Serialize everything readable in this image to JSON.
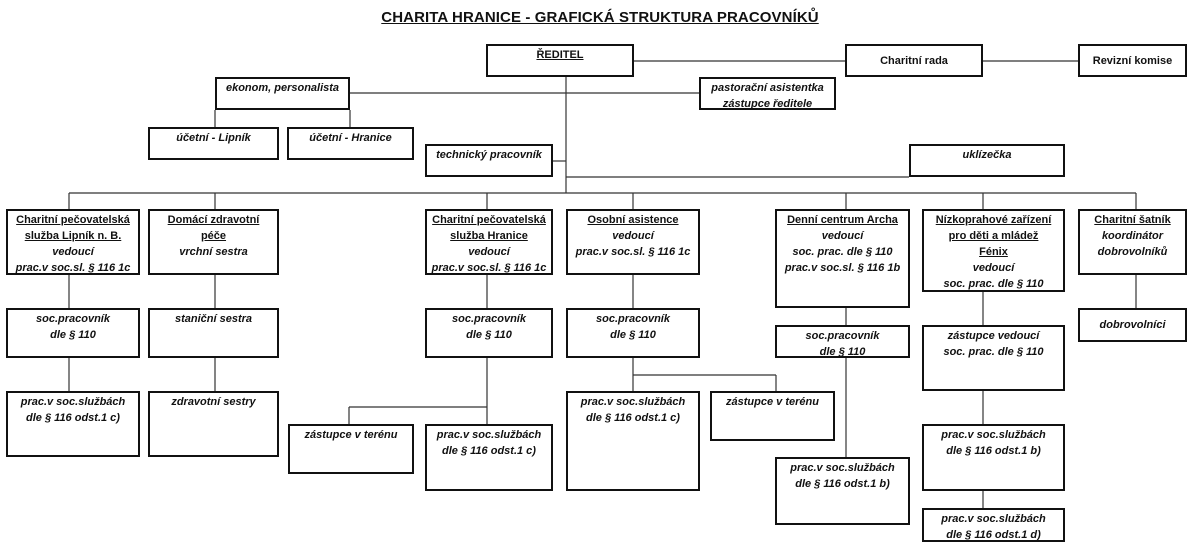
{
  "title": "CHARITA HRANICE - GRAFICKÁ STRUKTURA PRACOVNÍKŮ",
  "nodes": {
    "reditel": [
      {
        "t": "ŘEDITEL",
        "s": "h"
      }
    ],
    "rada": [
      {
        "t": "Charitní rada",
        "s": "p"
      }
    ],
    "revize": [
      {
        "t": "Revizní komise",
        "s": "p"
      }
    ],
    "ekonom": [
      {
        "t": "ekonom, personalista",
        "s": "i"
      }
    ],
    "pastor": [
      {
        "t": "pastorační asistentka",
        "s": "i"
      },
      {
        "t": "zástupce ředitele",
        "s": "i"
      }
    ],
    "ucetni_l": [
      {
        "t": "účetní - Lipník",
        "s": "i"
      }
    ],
    "ucetni_h": [
      {
        "t": "účetní - Hranice",
        "s": "i"
      }
    ],
    "tech": [
      {
        "t": "technický pracovník",
        "s": "i"
      }
    ],
    "ukl": [
      {
        "t": "uklízečka",
        "s": "i"
      }
    ],
    "lipnik": [
      {
        "t": "Charitní pečovatelská",
        "s": "h"
      },
      {
        "t": "služba Lipník n. B.",
        "s": "h"
      },
      {
        "t": "vedoucí",
        "s": "i"
      },
      {
        "t": "prac.v soc.sl. § 116 1c",
        "s": "i"
      }
    ],
    "domaci": [
      {
        "t": "Domácí zdravotní",
        "s": "h"
      },
      {
        "t": "péče",
        "s": "h"
      },
      {
        "t": "vrchní sestra",
        "s": "i"
      }
    ],
    "chps": [
      {
        "t": "Charitní pečovatelská",
        "s": "h"
      },
      {
        "t": "služba Hranice",
        "s": "h"
      },
      {
        "t": "vedoucí",
        "s": "i"
      },
      {
        "t": "prac.v soc.sl. § 116 1c",
        "s": "i"
      }
    ],
    "osobni": [
      {
        "t": "Osobní asistence",
        "s": "h"
      },
      {
        "t": "vedoucí",
        "s": "i"
      },
      {
        "t": "prac.v soc.sl. § 116 1c",
        "s": "i"
      }
    ],
    "denni": [
      {
        "t": "Denní centrum Archa",
        "s": "h"
      },
      {
        "t": "vedoucí",
        "s": "i"
      },
      {
        "t": "soc. prac. dle § 110",
        "s": "i"
      },
      {
        "t": "prac.v soc.sl. § 116 1b",
        "s": "i"
      }
    ],
    "nizko": [
      {
        "t": "Nízkoprahové zařízení",
        "s": "h"
      },
      {
        "t": "pro děti a mládež",
        "s": "h"
      },
      {
        "t": "Fénix",
        "s": "h"
      },
      {
        "t": "vedoucí",
        "s": "i"
      },
      {
        "t": "soc. prac. dle § 110",
        "s": "i"
      }
    ],
    "satnik": [
      {
        "t": "Charitní šatník",
        "s": "h"
      },
      {
        "t": "koordinátor",
        "s": "i"
      },
      {
        "t": "dobrovolníků",
        "s": "i"
      }
    ],
    "lip_soc": [
      {
        "t": "soc.pracovník",
        "s": "i"
      },
      {
        "t": "dle § 110",
        "s": "i"
      }
    ],
    "stanic": [
      {
        "t": "staniční sestra",
        "s": "i"
      }
    ],
    "chps_soc": [
      {
        "t": "soc.pracovník",
        "s": "i"
      },
      {
        "t": "dle § 110",
        "s": "i"
      }
    ],
    "os_soc": [
      {
        "t": "soc.pracovník",
        "s": "i"
      },
      {
        "t": "dle § 110",
        "s": "i"
      }
    ],
    "den_soc": [
      {
        "t": "soc.pracovník",
        "s": "i"
      },
      {
        "t": "dle § 110",
        "s": "i"
      }
    ],
    "niz_zast": [
      {
        "t": "zástupce vedoucí",
        "s": "i"
      },
      {
        "t": "soc. prac. dle § 110",
        "s": "i"
      }
    ],
    "dobro": [
      {
        "t": "dobrovolníci",
        "s": "i"
      }
    ],
    "lip_prac": [
      {
        "t": "prac.v soc.službách",
        "s": "i"
      },
      {
        "t": "dle § 116 odst.1 c)",
        "s": "i"
      }
    ],
    "zdrav": [
      {
        "t": "zdravotní sestry",
        "s": "i"
      }
    ],
    "chps_zast": [
      {
        "t": "zástupce v terénu",
        "s": "i"
      }
    ],
    "chps_prac": [
      {
        "t": "prac.v soc.službách",
        "s": "i"
      },
      {
        "t": "dle § 116 odst.1 c)",
        "s": "i"
      }
    ],
    "os_prac": [
      {
        "t": "prac.v soc.službách",
        "s": "i"
      },
      {
        "t": "dle § 116 odst.1 c)",
        "s": "i"
      }
    ],
    "os_zast": [
      {
        "t": "zástupce v terénu",
        "s": "i"
      }
    ],
    "den_prac": [
      {
        "t": "prac.v soc.službách",
        "s": "i"
      },
      {
        "t": "dle § 116 odst.1 b)",
        "s": "i"
      }
    ],
    "niz_prac1": [
      {
        "t": "prac.v soc.službách",
        "s": "i"
      },
      {
        "t": "dle § 116 odst.1 b)",
        "s": "i"
      }
    ],
    "niz_prac2": [
      {
        "t": "prac.v soc.službách",
        "s": "i"
      },
      {
        "t": "dle § 116 odst.1 d)",
        "s": "i"
      }
    ]
  }
}
